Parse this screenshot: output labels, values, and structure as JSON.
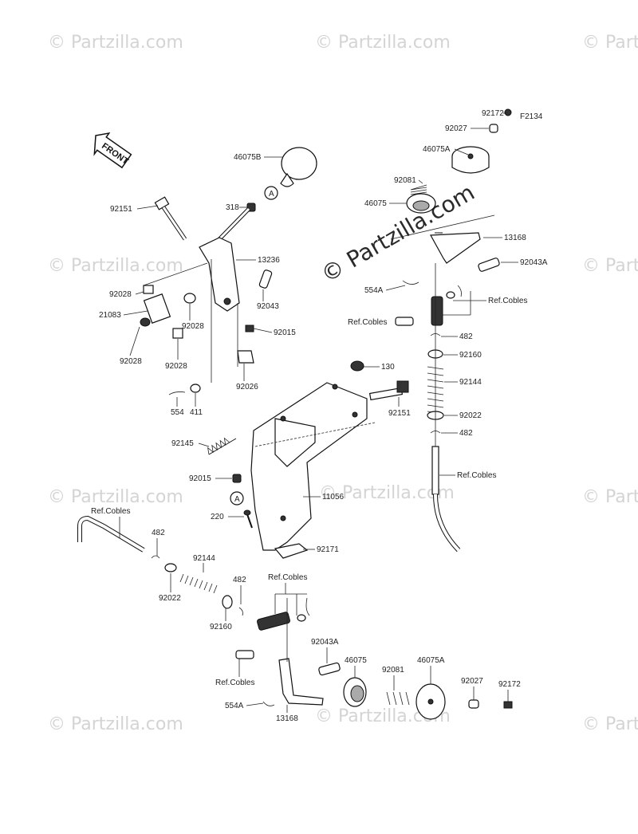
{
  "watermark": {
    "text": "© Partzilla.com",
    "main_text": "© Partzilla.com"
  },
  "figure_code": "F2134",
  "front_badge": "FRONT",
  "callout_a": "A",
  "labels": [
    "92172",
    "92027",
    "46075A",
    "92081",
    "46075",
    "13168",
    "92043A",
    "554A",
    "Ref.Cobles",
    "Ref.Cobles",
    "482",
    "92160",
    "92144",
    "92151",
    "92022",
    "482",
    "Ref.Cobles",
    "130",
    "46075B",
    "318",
    "92151",
    "13236",
    "92028",
    "21083",
    "92043",
    "92028",
    "92015",
    "92028",
    "92028",
    "92026",
    "554",
    "411",
    "92145",
    "92015",
    "11056",
    "220",
    "92171",
    "Ref.Cobles",
    "482",
    "92144",
    "92022",
    "482",
    "Ref.Cobles",
    "92160",
    "92043A",
    "46075",
    "92081",
    "46075A",
    "92027",
    "92172",
    "Ref.Cobles",
    "554A",
    "13168"
  ]
}
